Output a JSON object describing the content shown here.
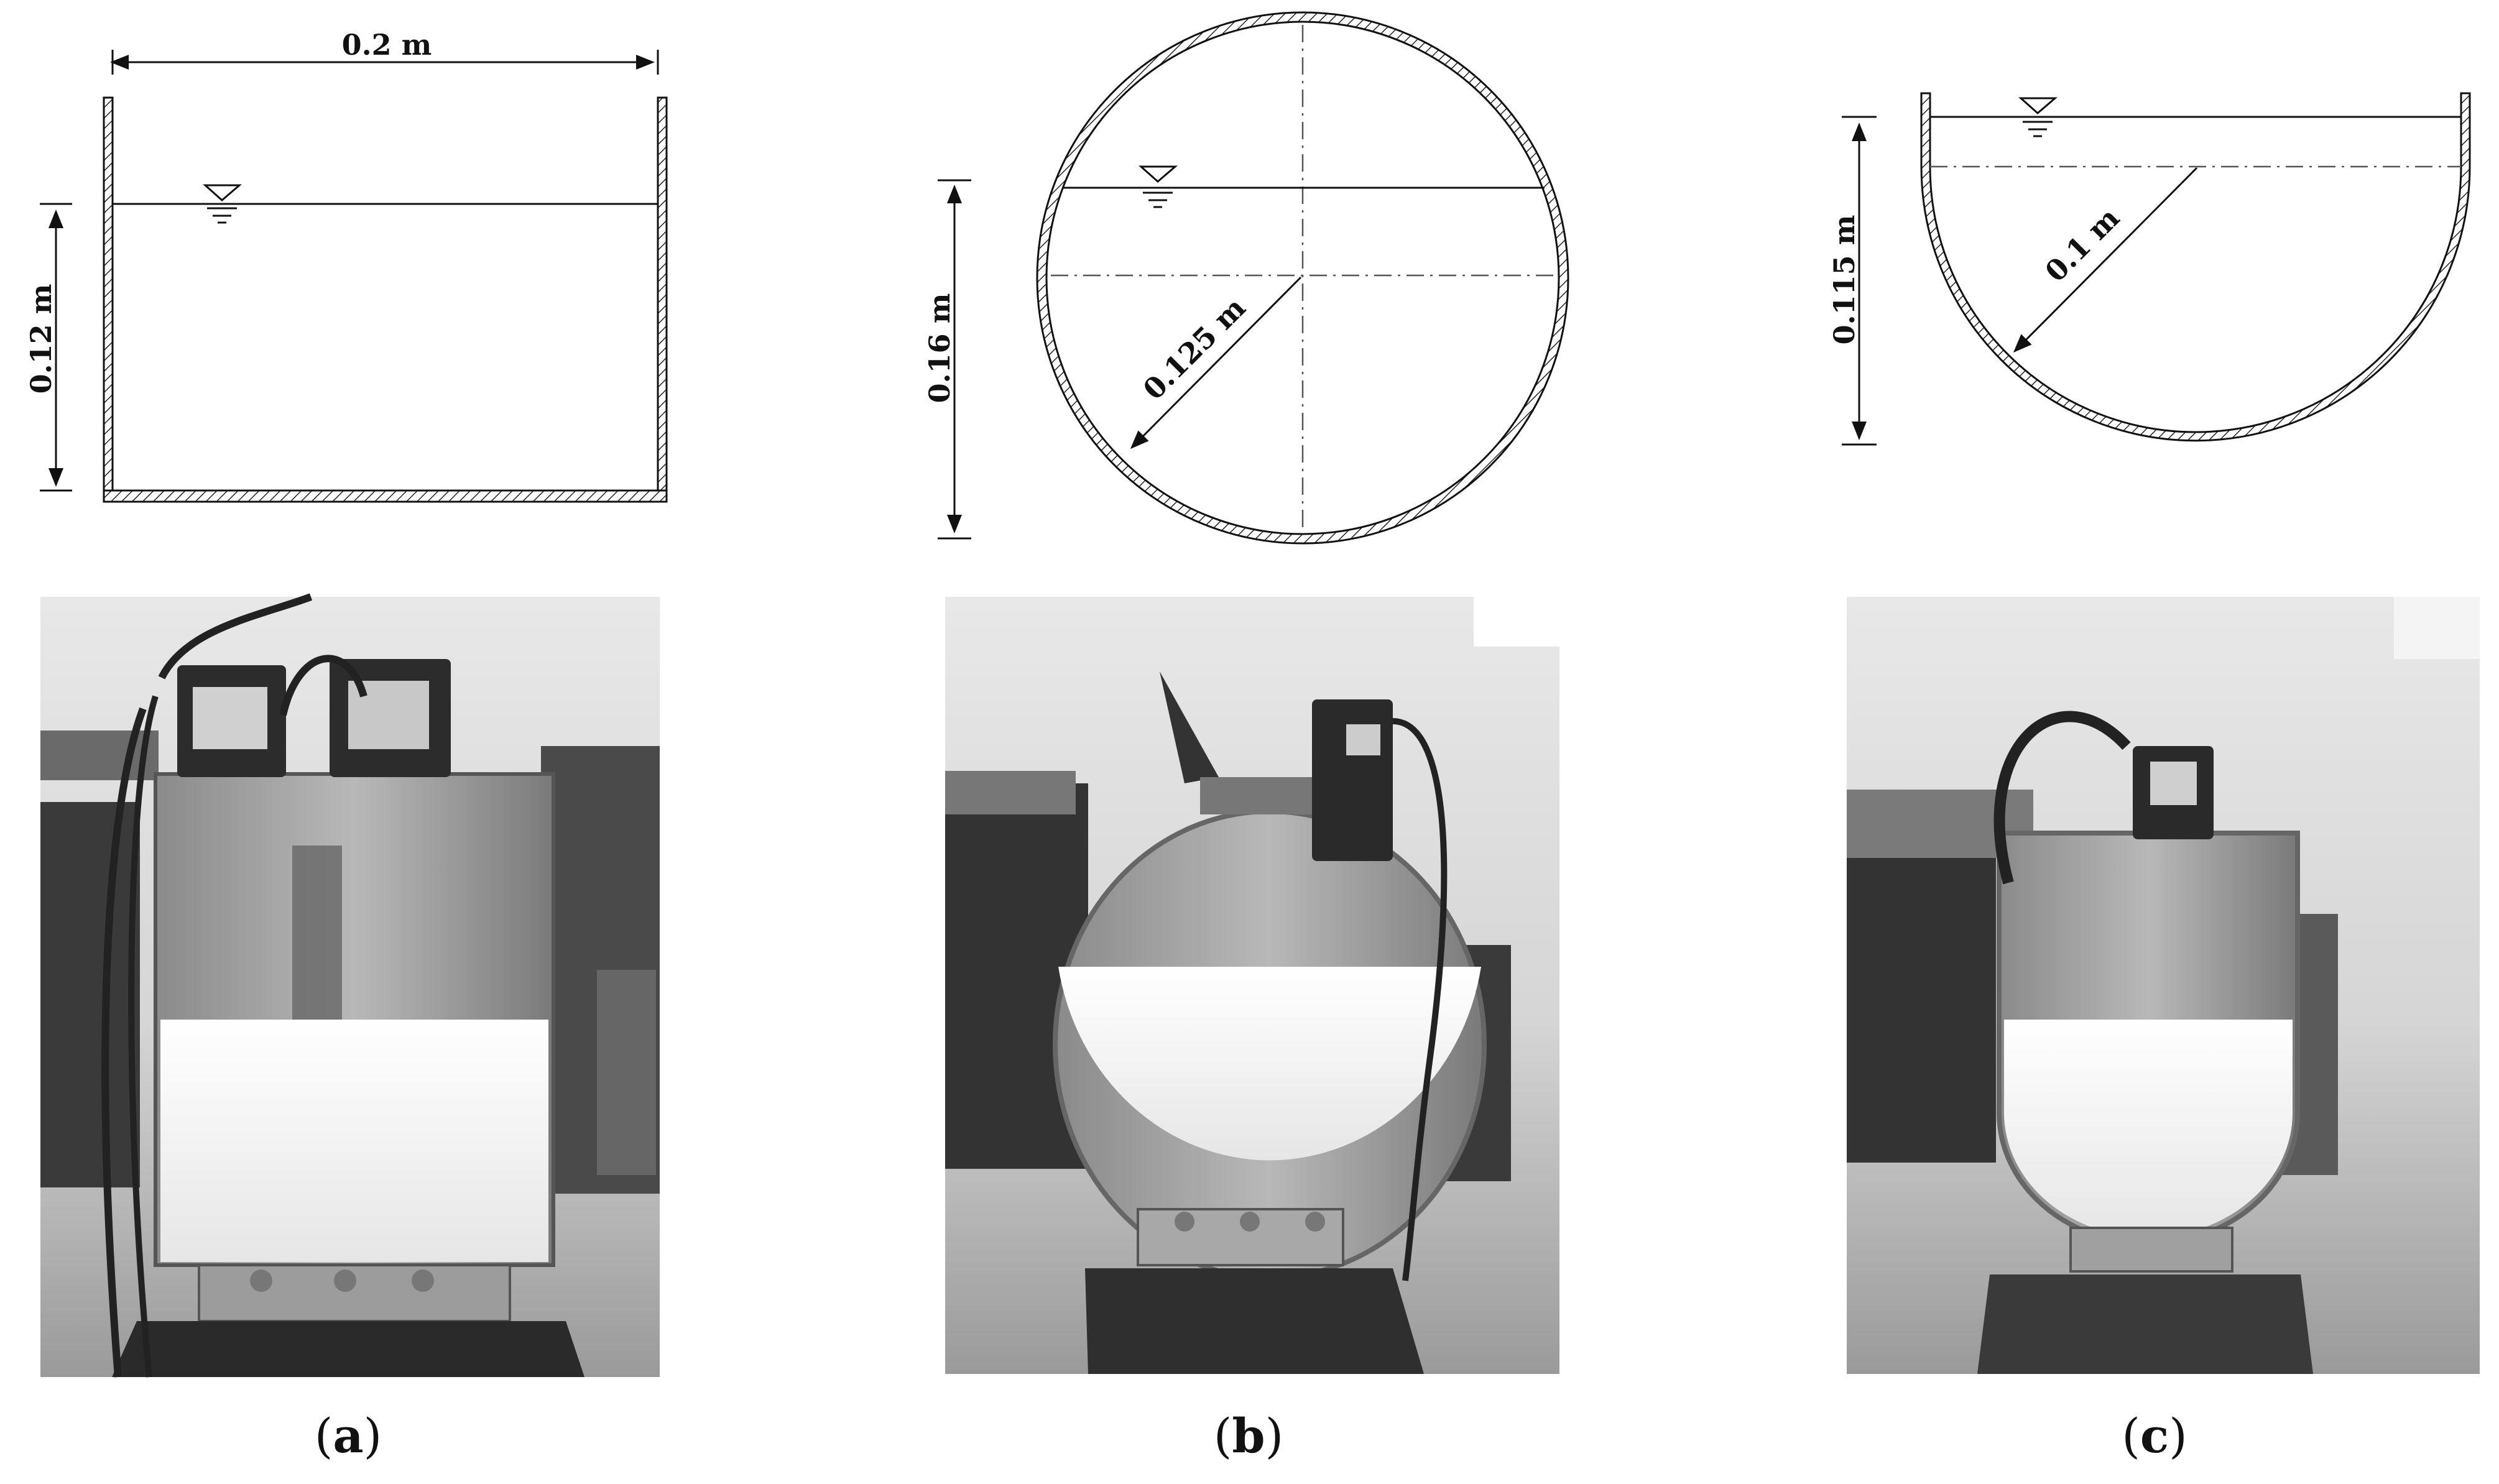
{
  "panels": [
    {
      "id": "a",
      "caption_open": "(",
      "caption_letter": "a",
      "caption_close": ")",
      "width_label": "0.2  m",
      "height_label": "0.12 m"
    },
    {
      "id": "b",
      "caption_open": "(",
      "caption_letter": "b",
      "caption_close": ")",
      "radius_label": "0.125 m",
      "height_label": "0.16 m"
    },
    {
      "id": "c",
      "caption_open": "(",
      "caption_letter": "c",
      "caption_close": ")",
      "radius_label": "0.1 m",
      "height_label": "0.115 m"
    }
  ]
}
